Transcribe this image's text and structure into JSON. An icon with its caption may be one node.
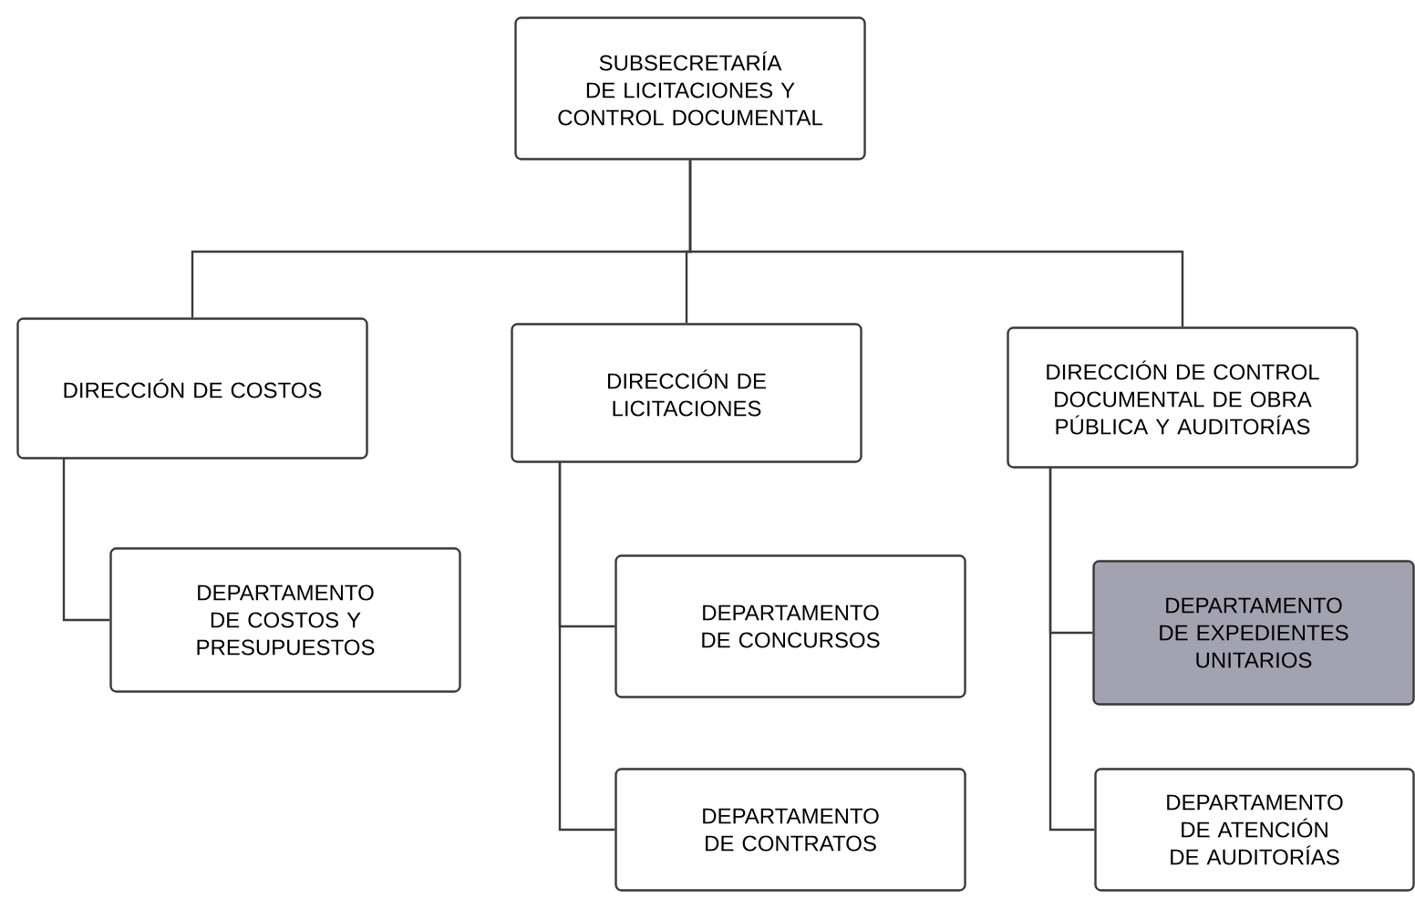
{
  "diagram": {
    "nodes": [
      {
        "text": [
          "SUBSECRETARÍA DE LICITACIONES Y CONTROL DOCUMENTAL"
        ]
      },
      {
        "text": [
          "DIRECCIÓN DE COSTOS"
        ]
      },
      {
        "text": [
          "DIRECCIÓN DE LICITACIONES"
        ]
      },
      {
        "text": [
          "DIRECCIÓN DE CONTROL DOCUMENTAL DE OBRA PÚBLICA Y AUDITORÍAS"
        ]
      },
      {
        "text": [
          "DEPARTAMENTO DE COSTOS Y PRESUPUESTOS"
        ]
      },
      {
        "text": [
          "DEPARTAMENTO DE CONCURSOS"
        ]
      },
      {
        "text": [
          "DEPARTAMENTO DE CONTRATOS"
        ]
      },
      {
        "text": [
          "DEPARTAMENTO DE EXPEDIENTES UNITARIOS"
        ]
      },
      {
        "text": [
          "DEPARTAMENTO DE ATENCIÓN DE AUDITORÍAS"
        ]
      }
    ],
    "edges": [
      {
        "from": 0,
        "to": 1,
        "arrow": "none"
      },
      {
        "from": 0,
        "to": 2,
        "arrow": "none"
      },
      {
        "from": 0,
        "to": 3,
        "arrow": "none"
      },
      {
        "from": 1,
        "to": 4,
        "arrow": "none"
      },
      {
        "from": 2,
        "to": 5,
        "arrow": "none"
      },
      {
        "from": 2,
        "to": 6,
        "arrow": "none"
      },
      {
        "from": 3,
        "to": 7,
        "arrow": "none"
      },
      {
        "from": 3,
        "to": 8,
        "arrow": "none"
      }
    ]
  }
}
